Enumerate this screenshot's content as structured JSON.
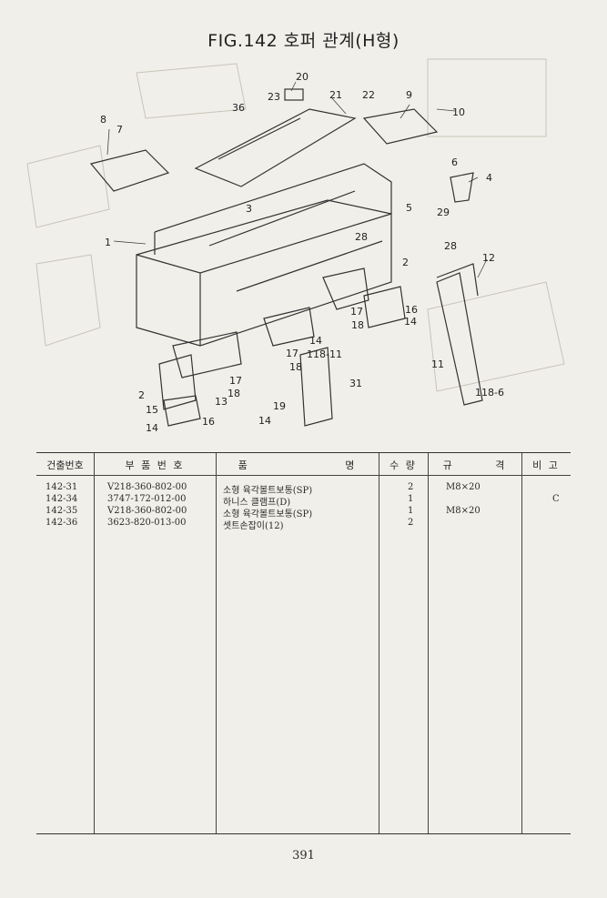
{
  "figure": {
    "title": "FIG.142 호퍼 관계(H형)",
    "callouts": [
      "20",
      "23",
      "21",
      "22",
      "36",
      "8",
      "7",
      "9",
      "10",
      "6",
      "4",
      "1",
      "3",
      "5",
      "29",
      "28",
      "28",
      "2",
      "12",
      "16",
      "17",
      "18",
      "14",
      "17",
      "18",
      "14",
      "17",
      "13",
      "18",
      "2",
      "19",
      "15",
      "16",
      "14",
      "14",
      "11",
      "118-11",
      "31",
      "118-6"
    ]
  },
  "table": {
    "headers": [
      "건출번호",
      "부 품 번 호",
      "품 명",
      "수 량",
      "규 격",
      "비 고"
    ],
    "rows": [
      {
        "no": "142-31",
        "part": "V218-360-802-00",
        "name": "소형 육각볼트보통(SP)",
        "qty": "2",
        "spec": "M8×20",
        "note": ""
      },
      {
        "no": "142-34",
        "part": "3747-172-012-00",
        "name": "하니스 클램프(D)",
        "qty": "1",
        "spec": "",
        "note": "C"
      },
      {
        "no": "142-35",
        "part": "V218-360-802-00",
        "name": "소형 육각볼트보통(SP)",
        "qty": "1",
        "spec": "M8×20",
        "note": ""
      },
      {
        "no": "142-36",
        "part": "3623-820-013-00",
        "name": "셋트손잡이(12)",
        "qty": "2",
        "spec": "",
        "note": ""
      }
    ]
  },
  "page_number": "391"
}
